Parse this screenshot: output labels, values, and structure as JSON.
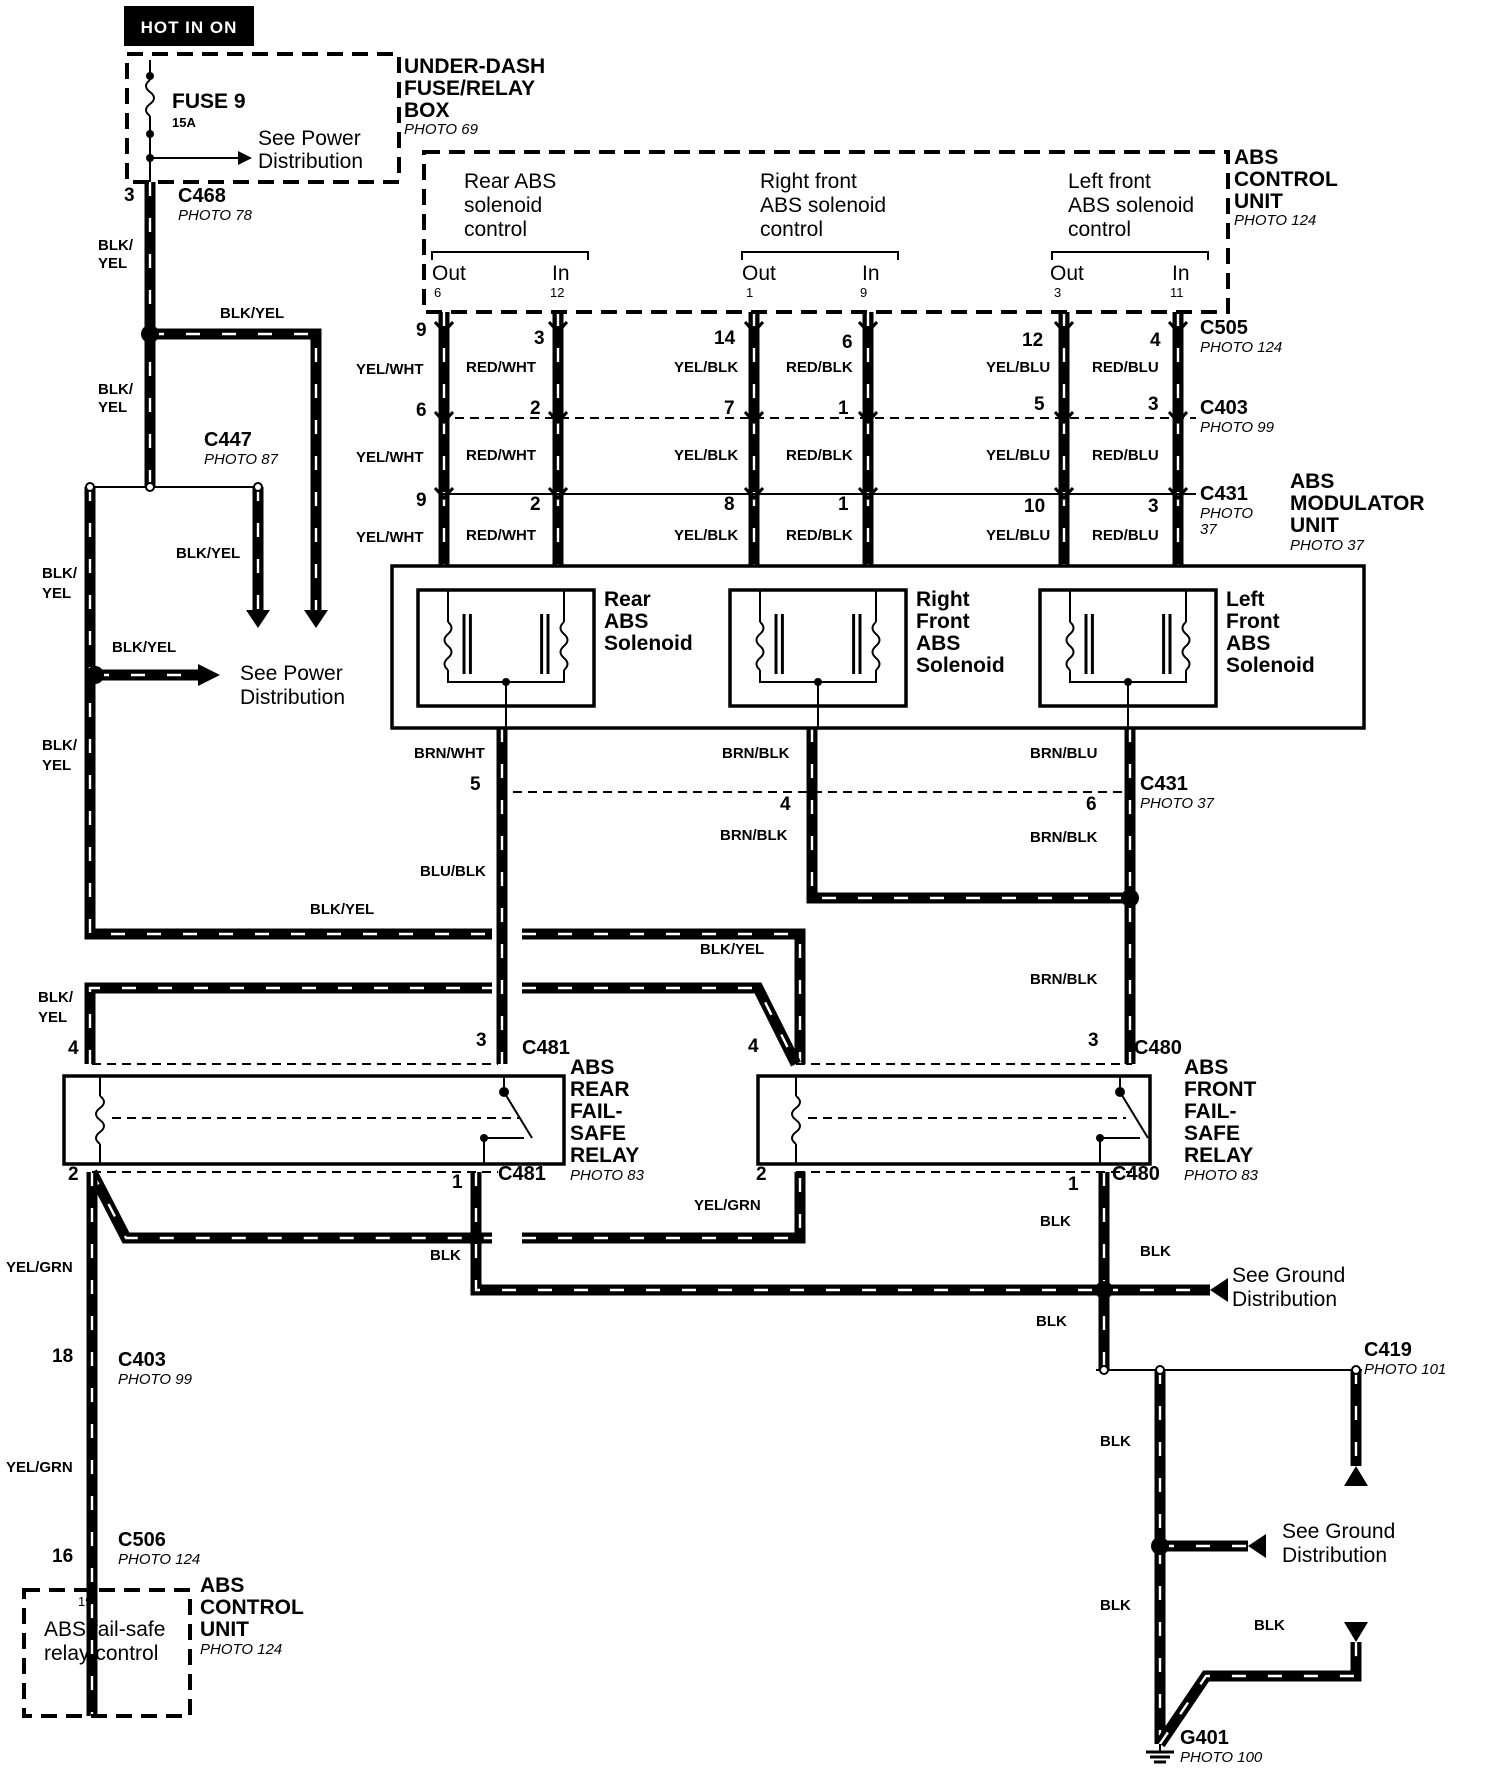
{
  "hot_tag": "HOT IN ON",
  "fuse": {
    "name": "FUSE 9",
    "rating": "15A"
  },
  "see_power": [
    "See Power",
    "Distribution"
  ],
  "see_ground": [
    "See Ground",
    "Distribution"
  ],
  "under_dash_box": {
    "title": [
      "UNDER-DASH",
      "FUSE/RELAY",
      "BOX"
    ],
    "photo": "PHOTO 69"
  },
  "abs_control_top": {
    "title": [
      "ABS",
      "CONTROL",
      "UNIT"
    ],
    "photo": "PHOTO 124",
    "groups": [
      {
        "label": [
          "Rear ABS",
          "solenoid",
          "control"
        ],
        "out": "Out",
        "out_pin": "6",
        "in": "In",
        "in_pin": "12"
      },
      {
        "label": [
          "Right  front",
          "ABS solenoid",
          "control"
        ],
        "out": "Out",
        "out_pin": "1",
        "in": "In",
        "in_pin": "9"
      },
      {
        "label": [
          "Left  front",
          "ABS solenoid",
          "control"
        ],
        "out": "Out",
        "out_pin": "3",
        "in": "In",
        "in_pin": "11"
      }
    ]
  },
  "connectors": {
    "c468": {
      "name": "C468",
      "photo": "PHOTO 78",
      "pin": "3"
    },
    "c447": {
      "name": "C447",
      "photo": "PHOTO 87"
    },
    "c505": {
      "name": "C505",
      "photo": "PHOTO 124",
      "pins": [
        "9",
        "3",
        "14",
        "6",
        "12",
        "4"
      ]
    },
    "c403a": {
      "name": "C403",
      "photo": "PHOTO 99",
      "pins": [
        "6",
        "2",
        "7",
        "1",
        "5",
        "3"
      ]
    },
    "c431a": {
      "name": "C431",
      "photo": [
        "PHOTO",
        "37"
      ],
      "pins": [
        "9",
        "2",
        "8",
        "1",
        "10",
        "3"
      ]
    },
    "c431b": {
      "name": "C431",
      "photo": "PHOTO 37",
      "pins": [
        "5",
        "4",
        "6"
      ]
    },
    "c481": {
      "name": "C481",
      "pins_top": [
        "4",
        "3"
      ],
      "pins_bottom": [
        "2",
        "1"
      ]
    },
    "c480": {
      "name": "C480",
      "pins_top": [
        "4",
        "3"
      ],
      "pins_bottom": [
        "2",
        "1"
      ]
    },
    "c403b": {
      "name": "C403",
      "photo": "PHOTO 99",
      "pin": "18"
    },
    "c506": {
      "name": "C506",
      "photo": "PHOTO 124",
      "pin": "16"
    },
    "c419": {
      "name": "C419",
      "photo": "PHOTO 101"
    },
    "g401": {
      "name": "G401",
      "photo": "PHOTO 100"
    }
  },
  "wire_colors": {
    "blk_yel_split": [
      "BLK/",
      "YEL"
    ],
    "blk_yel": "BLK/YEL",
    "yel_wht": "YEL/WHT",
    "red_wht": "RED/WHT",
    "yel_blk": "YEL/BLK",
    "red_blk": "RED/BLK",
    "yel_blu": "YEL/BLU",
    "red_blu": "RED/BLU",
    "brn_wht": "BRN/WHT",
    "brn_blk": "BRN/BLK",
    "brn_blu": "BRN/BLU",
    "blu_blk": "BLU/BLK",
    "yel_grn": "YEL/GRN",
    "blk": "BLK"
  },
  "modulator": {
    "title": [
      "ABS",
      "MODULATOR",
      "UNIT"
    ],
    "photo": "PHOTO 37"
  },
  "solenoids": [
    {
      "label": [
        "Rear",
        "ABS",
        "Solenoid"
      ]
    },
    {
      "label": [
        "Right",
        "Front",
        "ABS",
        "Solenoid"
      ]
    },
    {
      "label": [
        "Left",
        "Front",
        "ABS",
        "Solenoid"
      ]
    }
  ],
  "rear_relay": {
    "title": [
      "ABS",
      "REAR",
      "FAIL-",
      "SAFE",
      "RELAY"
    ],
    "photo": "PHOTO 83"
  },
  "front_relay": {
    "title": [
      "ABS",
      "FRONT",
      "FAIL-",
      "SAFE",
      "RELAY"
    ],
    "photo": "PHOTO 83"
  },
  "abs_control_bottom": {
    "title": [
      "ABS",
      "CONTROL",
      "UNIT"
    ],
    "photo": "PHOTO 124",
    "pin": "19",
    "label": [
      "ABS fail-safe",
      "relay control"
    ]
  }
}
